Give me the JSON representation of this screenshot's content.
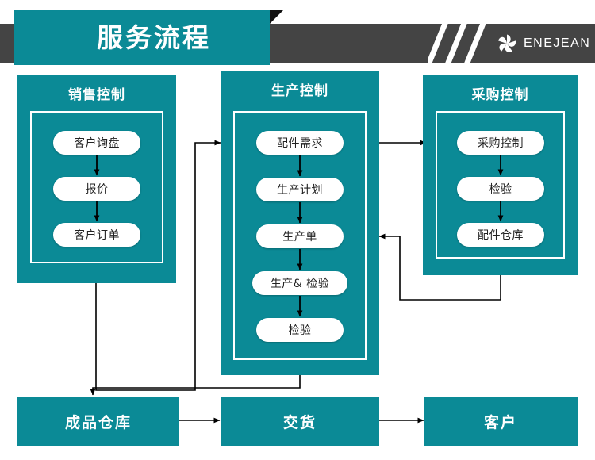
{
  "header": {
    "title": "服务流程",
    "brand_name": "ENEJEAN",
    "brand_icon": "pinwheel-flower-logo-icon",
    "stripes_icon": "diagonal-stripes-decoration",
    "colors": {
      "teal": "#0b8a96",
      "dark_gray": "#444444",
      "white": "#ffffff",
      "fold": "#111111"
    }
  },
  "groups": [
    {
      "id": "sales",
      "title": "销售控制",
      "steps": [
        {
          "label": "客户询盘"
        },
        {
          "label": "报价"
        },
        {
          "label": "客户订单"
        }
      ]
    },
    {
      "id": "production",
      "title": "生产控制",
      "steps": [
        {
          "label": "配件需求"
        },
        {
          "label": "生产计划"
        },
        {
          "label": "生产单"
        },
        {
          "label": "生产& 检验"
        },
        {
          "label": "检验"
        }
      ]
    },
    {
      "id": "purchasing",
      "title": "采购控制",
      "steps": [
        {
          "label": "采购控制"
        },
        {
          "label": "检验"
        },
        {
          "label": "配件仓库"
        }
      ]
    }
  ],
  "bottom_row": [
    {
      "id": "finished-goods-warehouse",
      "label": "成品仓库"
    },
    {
      "id": "delivery",
      "label": "交货"
    },
    {
      "id": "customer",
      "label": "客户"
    }
  ],
  "connectors": [
    {
      "from": "sales",
      "to": "production",
      "kind": "elbow-right-up-arrow"
    },
    {
      "from": "production",
      "to": "purchasing",
      "kind": "straight-right-arrow"
    },
    {
      "from": "purchasing",
      "to": "production",
      "kind": "elbow-down-left-up-arrow"
    },
    {
      "from": "production",
      "to": "finished-goods-warehouse",
      "kind": "elbow-down-left-arrow"
    },
    {
      "from": "finished-goods-warehouse",
      "to": "delivery",
      "kind": "straight-right-arrow"
    },
    {
      "from": "delivery",
      "to": "customer",
      "kind": "straight-right-arrow"
    }
  ]
}
